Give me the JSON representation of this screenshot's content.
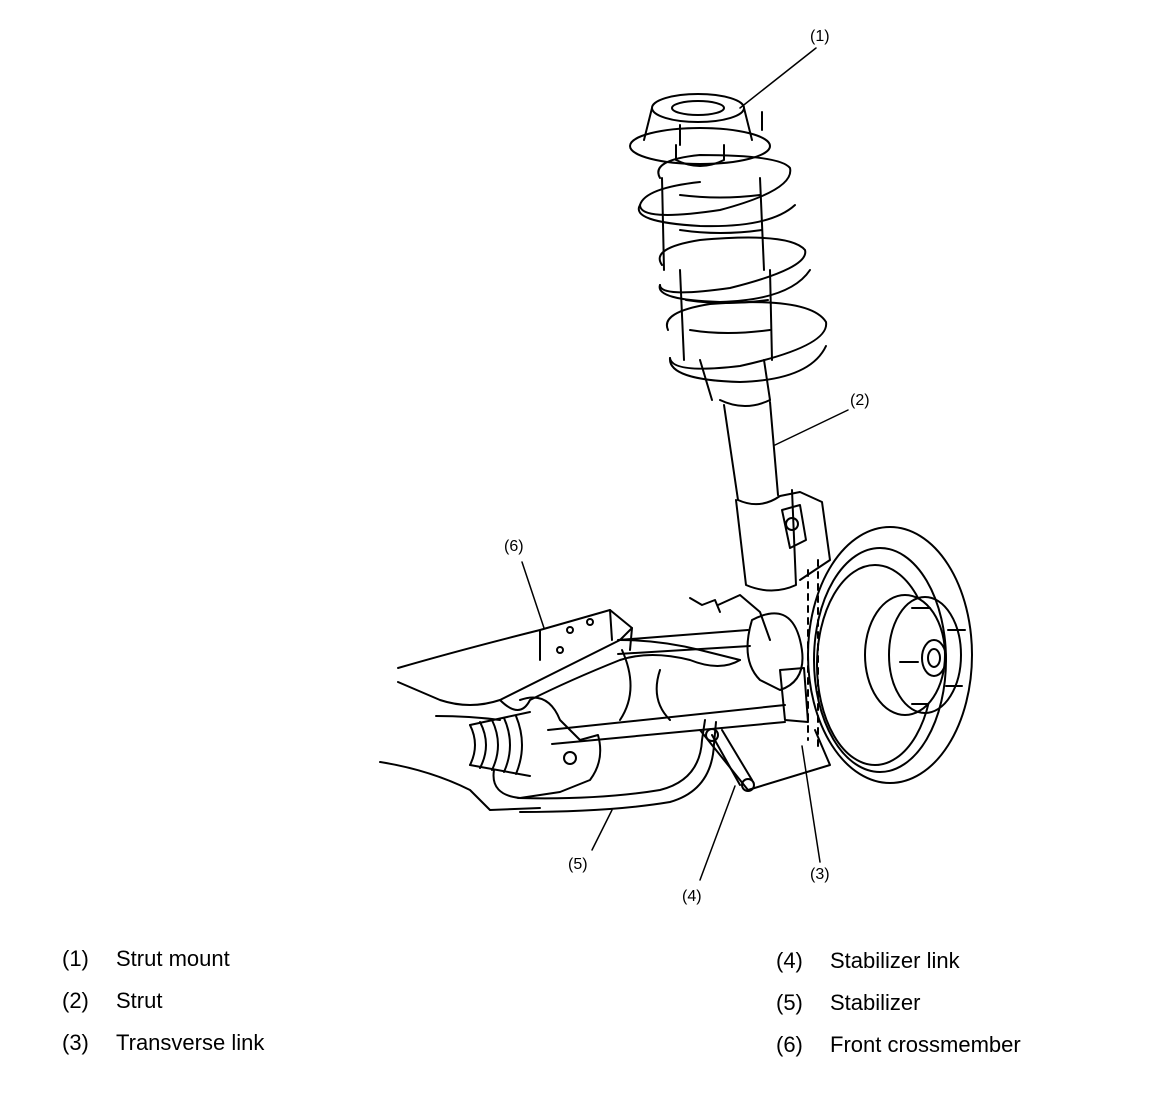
{
  "callouts": [
    {
      "num": "(1)"
    },
    {
      "num": "(2)"
    },
    {
      "num": "(3)"
    },
    {
      "num": "(4)"
    },
    {
      "num": "(5)"
    },
    {
      "num": "(6)"
    }
  ],
  "legend": [
    {
      "num": "(1)",
      "label": "Strut mount"
    },
    {
      "num": "(2)",
      "label": "Strut"
    },
    {
      "num": "(3)",
      "label": "Transverse link"
    },
    {
      "num": "(4)",
      "label": "Stabilizer link"
    },
    {
      "num": "(5)",
      "label": "Stabilizer"
    },
    {
      "num": "(6)",
      "label": "Front crossmember"
    }
  ]
}
